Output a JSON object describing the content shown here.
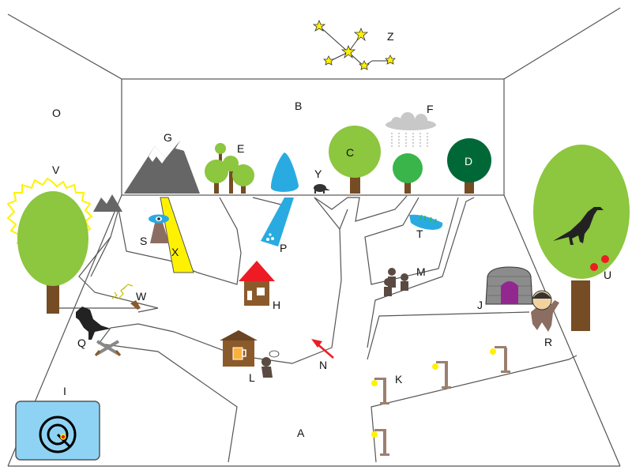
{
  "labels": {
    "A": "A",
    "B": "B",
    "C": "C",
    "D": "D",
    "E": "E",
    "F": "F",
    "G": "G",
    "H": "H",
    "I": "I",
    "J": "J",
    "K": "K",
    "L": "L",
    "M": "M",
    "N": "N",
    "O": "O",
    "P": "P",
    "Q": "Q",
    "R": "R",
    "S": "S",
    "T": "T",
    "U": "U",
    "V": "V",
    "W": "W",
    "X": "X",
    "Y": "Y",
    "Z": "Z"
  },
  "colors": {
    "tree_light": "#8dc63f",
    "tree_mid": "#39b54a",
    "tree_dark": "#006837",
    "trunk": "#754c24",
    "water": "#29abe2",
    "mountain": "#666666",
    "star": "#fff200",
    "red": "#ed1c24",
    "map_bg": "#8fd3f4",
    "purple": "#92278f",
    "path_line": "#555555",
    "figure": "#5a4a42"
  }
}
